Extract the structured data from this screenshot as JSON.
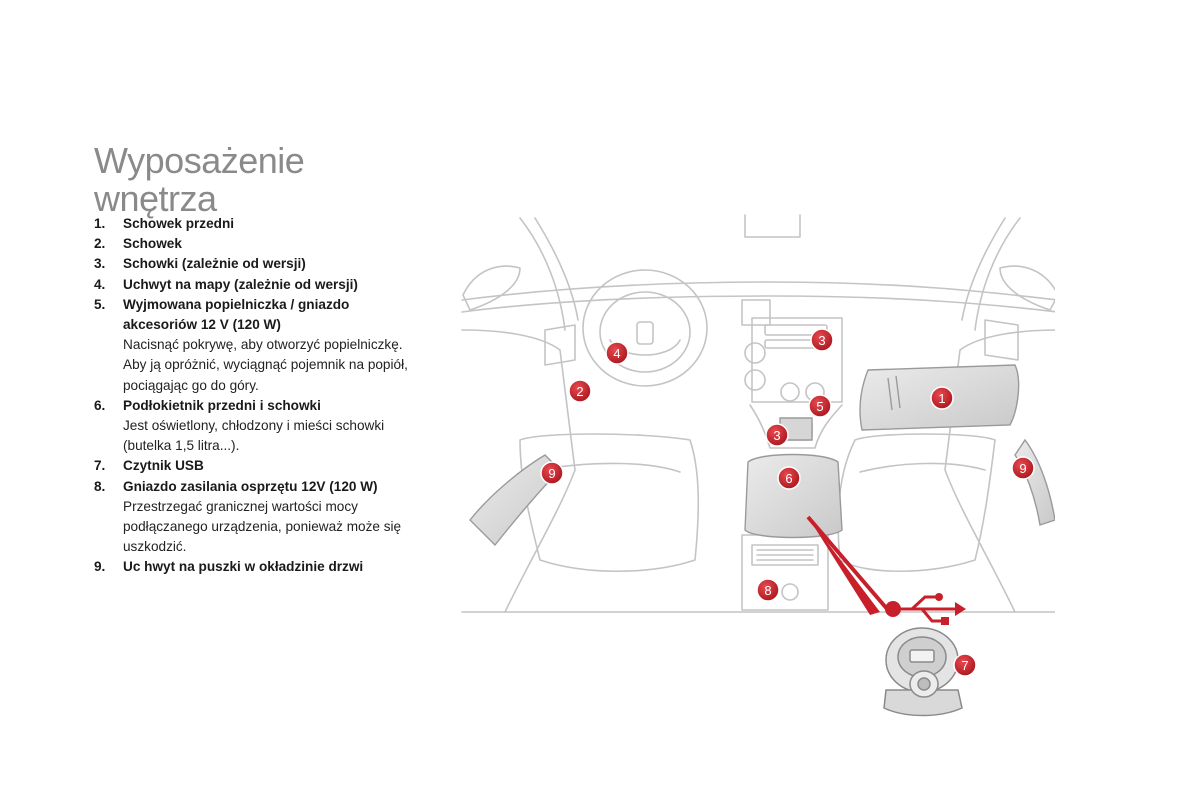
{
  "page": {
    "title_line1": "Wyposażenie",
    "title_line2": "wnętrza"
  },
  "items": [
    {
      "num": "1.",
      "head": "Schowek przedni",
      "desc": ""
    },
    {
      "num": "2.",
      "head": "Schowek",
      "desc": ""
    },
    {
      "num": "3.",
      "head": "Schowki (zależnie od wersji)",
      "desc": ""
    },
    {
      "num": "4.",
      "head": "Uchwyt na mapy (zależnie od wersji)",
      "desc": ""
    },
    {
      "num": "5.",
      "head": "Wyjmowana popielniczka / gniazdo akcesoriów 12 V (120 W)",
      "desc": "Nacisnąć pokrywę, aby otworzyć popielniczkę. Aby ją opróżnić, wyciągnąć pojemnik na popiół, pociągając go do góry."
    },
    {
      "num": "6.",
      "head": "Podłokietnik przedni i schowki",
      "desc": "Jest oświetlony, chłodzony i mieści schowki (butelka 1,5 litra...)."
    },
    {
      "num": "7.",
      "head": "Czytnik USB",
      "desc": ""
    },
    {
      "num": "8.",
      "head": "Gniazdo zasilania osprzętu 12V (120 W)",
      "desc": "Przestrzegać granicznej wartości mocy podłączanego urządzenia, ponieważ może się uszkodzić."
    },
    {
      "num": "9.",
      "head": "Uc hwyt na puszki w okładzinie drzwi",
      "desc": ""
    }
  ],
  "diagram": {
    "markers": [
      "1",
      "2",
      "3",
      "4",
      "5",
      "3",
      "6",
      "8",
      "9",
      "9",
      "7"
    ],
    "marker_color": "#c8202a",
    "usb_icon": "usb-icon"
  }
}
